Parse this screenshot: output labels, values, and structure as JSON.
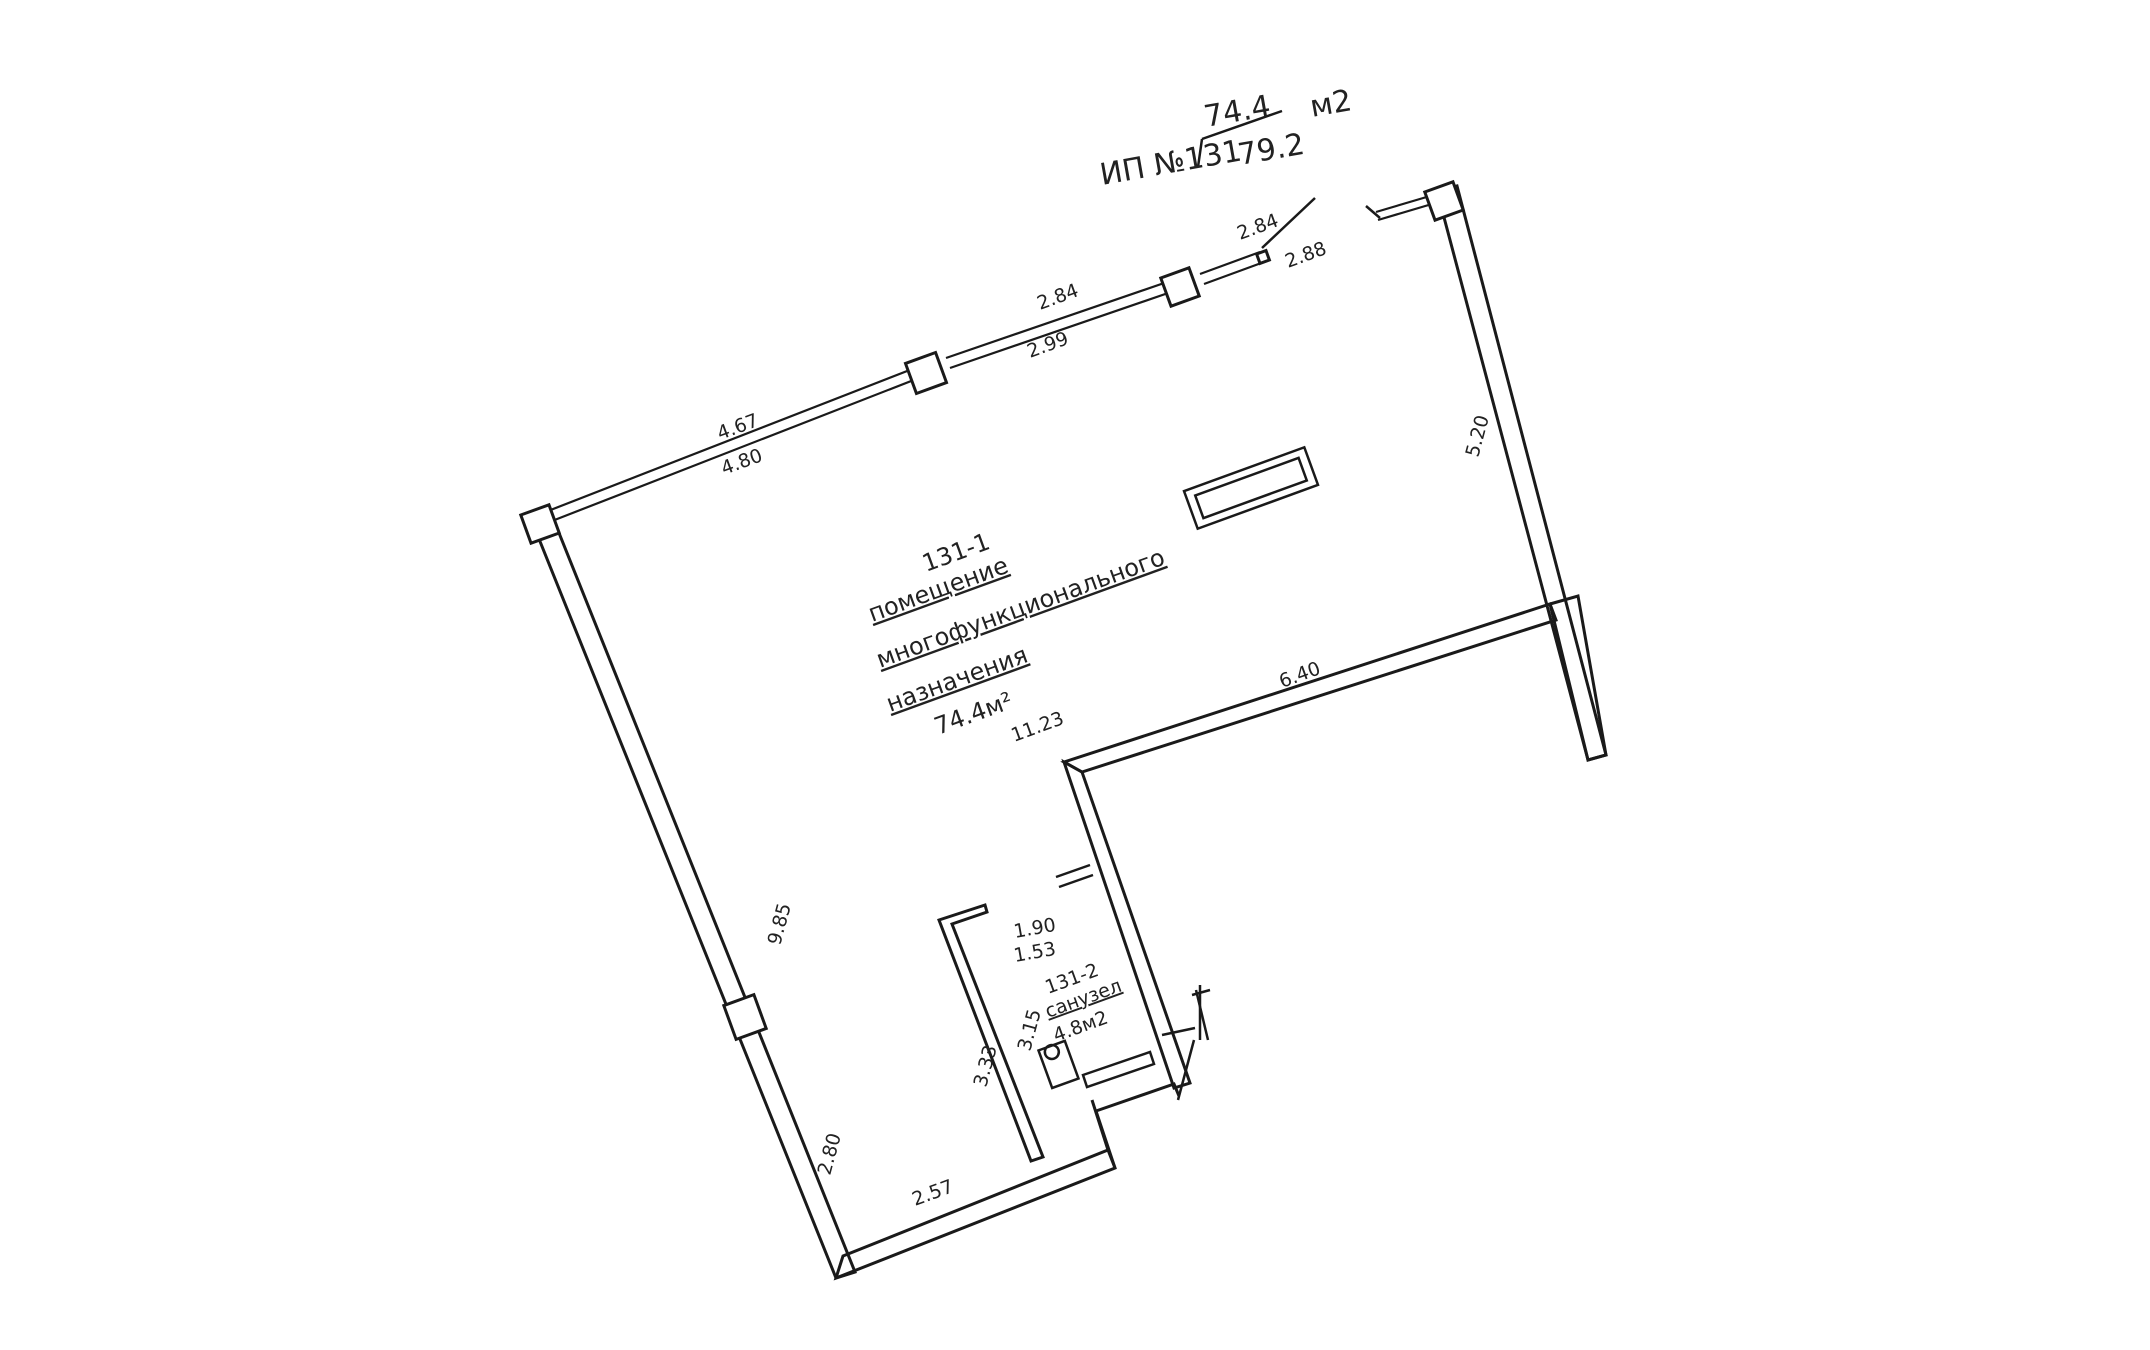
{
  "header": {
    "unit_label": "ИП №131",
    "area_top": "74.4",
    "area_bottom": "79.2",
    "area_unit": "м2"
  },
  "rooms": {
    "main": {
      "id": "131-1",
      "name_line1": "помещение",
      "name_line2": "многофункционального",
      "name_line3": "назначения",
      "area": "74.4м²"
    },
    "bathroom": {
      "id": "131-2",
      "name": "санузел",
      "area": "4.8м2"
    }
  },
  "dimensions": {
    "top_left_outer": "4.67",
    "top_left_inner": "4.80",
    "top_mid_outer": "2.84",
    "top_mid_inner": "2.99",
    "top_right_outer": "2.84",
    "top_right_inner": "2.88",
    "right_wall": "5.20",
    "notch_top": "6.40",
    "main_depth": "11.23",
    "left_wall": "9.85",
    "left_lower": "2.80",
    "bottom": "2.57",
    "bath_width_outer": "1.90",
    "bath_width_inner": "1.53",
    "bath_len_outer": "3.33",
    "bath_len_inner": "3.15"
  }
}
